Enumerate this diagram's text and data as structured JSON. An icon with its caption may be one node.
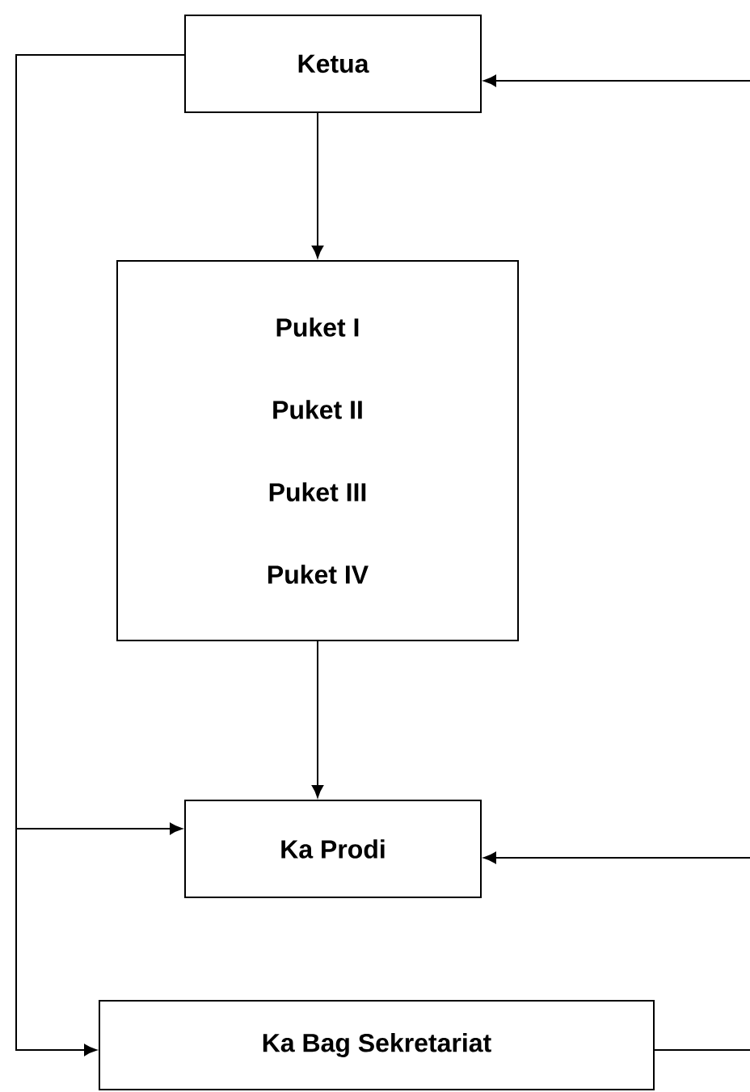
{
  "diagram": {
    "nodes": [
      {
        "text": [
          "Ketua"
        ]
      },
      {
        "text": [
          "Puket I",
          "Puket II",
          "Puket III",
          "Puket IV"
        ]
      },
      {
        "text": [
          "Ka Prodi"
        ]
      },
      {
        "text": [
          "Ka Bag Sekretariat"
        ]
      }
    ],
    "edges": [
      {
        "from": 0,
        "to": 1,
        "arrow": "to"
      },
      {
        "from": 1,
        "to": 2,
        "arrow": "to"
      },
      {
        "from": 0,
        "to": 2,
        "arrow": "to"
      },
      {
        "from": 0,
        "to": 3,
        "arrow": "to"
      },
      {
        "from": null,
        "to": 0,
        "arrow": "to"
      },
      {
        "from": null,
        "to": 2,
        "arrow": "to"
      },
      {
        "from": 3,
        "to": null,
        "arrow": "none"
      }
    ]
  }
}
